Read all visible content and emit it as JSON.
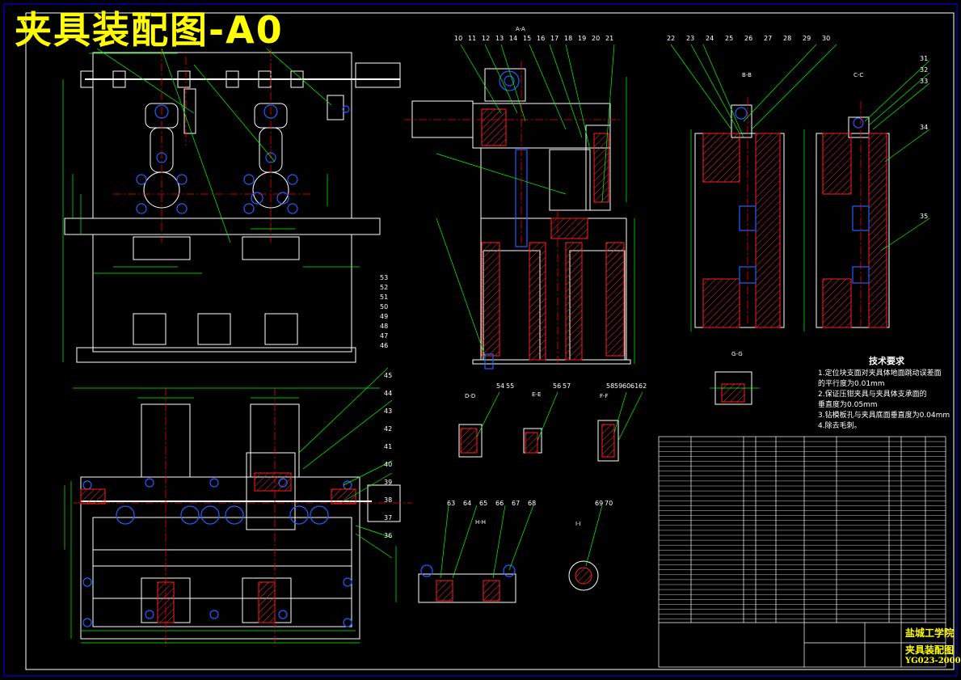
{
  "title": "夹具装配图-A0",
  "views": {
    "section_aa": "A-A",
    "section_bb": "B-B",
    "section_cc": "C-C",
    "section_dd": "D-D",
    "section_ee": "E-E",
    "section_ff": "F-F",
    "section_gg": "G-G",
    "section_hh": "H-H",
    "section_ii": "I-I"
  },
  "tech_requirements": {
    "heading": "技术要求",
    "items": [
      "1.定位块支面对夹具体地面跳动误差面",
      "  的平行度为0.01mm",
      "2.保证压钳夹具与夹具体支承面的",
      "  垂直度为0.05mm",
      "3.钻模板孔与夹具底面垂直度为0.04mm",
      "4.除去毛刺。"
    ]
  },
  "title_block": {
    "school": "盐城工学院",
    "drawing_name": "夹具装配图",
    "drawing_code": "YG023-2000"
  },
  "balloons_top": [
    "10",
    "11",
    "12",
    "13",
    "14",
    "15",
    "16",
    "17",
    "18",
    "19",
    "20",
    "21",
    "22",
    "23",
    "24",
    "25",
    "26",
    "27",
    "28",
    "29",
    "30"
  ],
  "balloons_right": [
    "31",
    "32",
    "33",
    "34",
    "35"
  ],
  "balloons_left": [
    "36",
    "37",
    "38",
    "39",
    "40",
    "41",
    "42",
    "43",
    "44",
    "45",
    "46",
    "47",
    "48",
    "49",
    "50",
    "51",
    "52",
    "53"
  ],
  "balloons_detail": [
    "54",
    "55",
    "56",
    "57",
    "58",
    "59",
    "60",
    "61",
    "62",
    "63",
    "64",
    "65",
    "66",
    "67",
    "68",
    "69",
    "70"
  ],
  "colors": {
    "background": "#000000",
    "outline": "#ffffff",
    "dimension": "#00ff00",
    "centerline": "#ff0000",
    "hidden": "#00ffff",
    "frame": "#0000ff",
    "section_fill": "#ff0000",
    "title_text": "#ffff00"
  }
}
